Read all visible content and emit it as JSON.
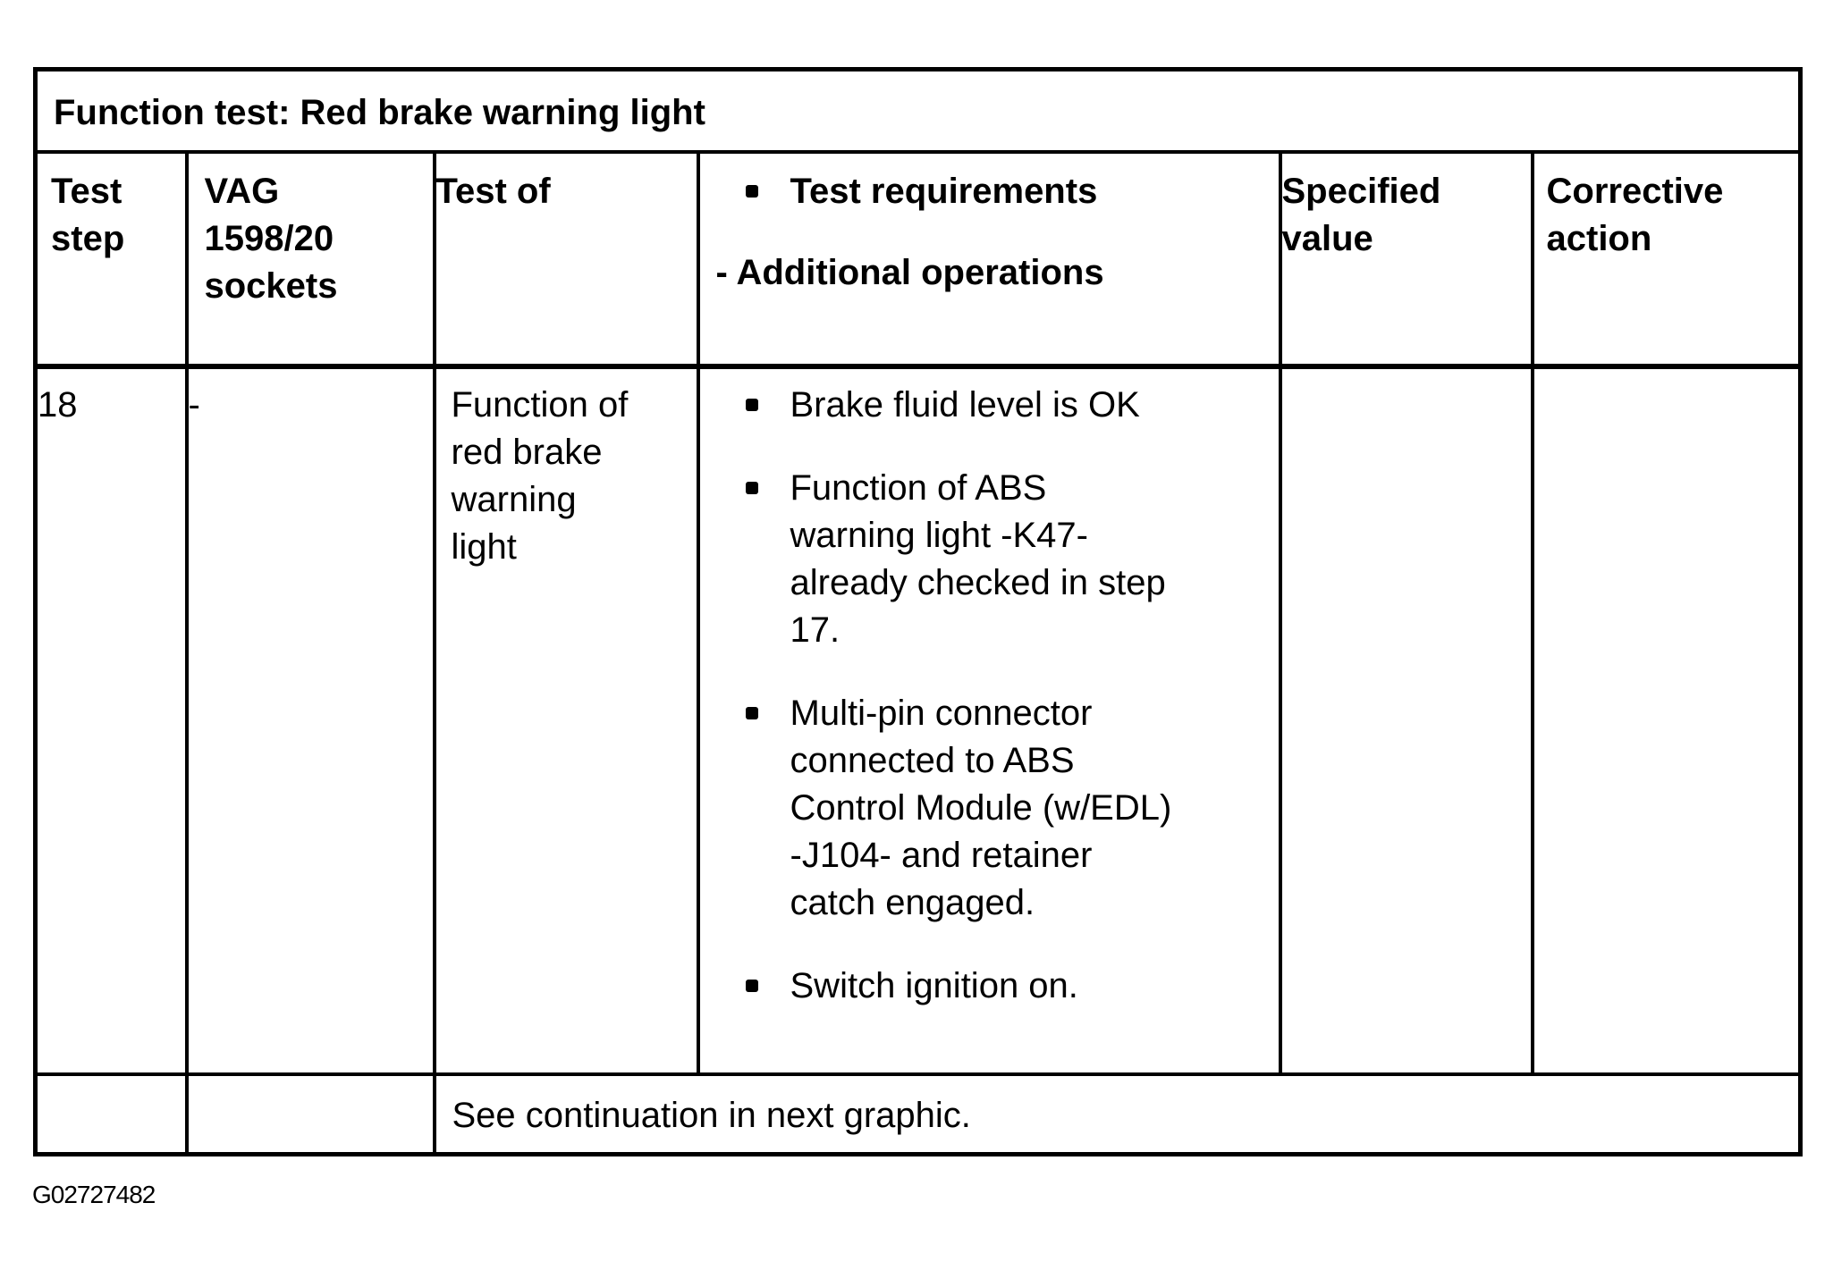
{
  "document": {
    "title": "Function test: Red brake warning light",
    "figure_id": "G02727482",
    "colors": {
      "border": "#000000",
      "text": "#000000",
      "background": "#ffffff"
    }
  },
  "table": {
    "headers": {
      "test_step": "Test step",
      "sockets": "VAG 1598/20 sockets",
      "test_of": "Test of",
      "requirements_bullet": "Test requirements",
      "requirements_dash": "- Additional operations",
      "specified_value": "Specified value",
      "corrective_action": "Corrective action"
    },
    "row": {
      "test_step": "18",
      "sockets": "-",
      "test_of": "Function of red brake warning light",
      "requirements": [
        "Brake fluid level is OK",
        "Function of ABS warning light -K47- already checked in step 17.",
        "Multi-pin connector connected to ABS Control Module (w/EDL) -J104- and retainer catch engaged.",
        "Switch ignition on."
      ],
      "specified_value": "",
      "corrective_action": ""
    },
    "footer_note": "See continuation in next graphic."
  }
}
